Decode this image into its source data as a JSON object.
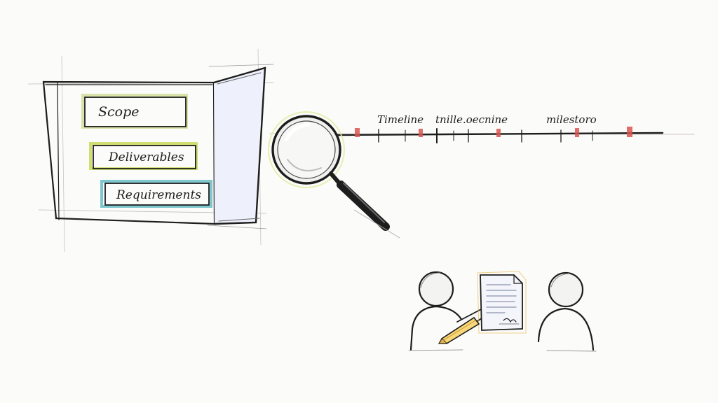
{
  "document_panel": {
    "items": [
      {
        "label": "Scope",
        "accent": "#d8e2a8"
      },
      {
        "label": "Deliverables",
        "accent": "#d3de72"
      },
      {
        "label": "Requirements",
        "accent": "#7fc7cf"
      }
    ]
  },
  "timeline": {
    "labels": [
      "Timeline",
      "tnille.oecnine",
      "milestoro"
    ],
    "marker_color": "#d9534f"
  },
  "colors": {
    "ink": "#1d1d1d",
    "pencil": "#e7b23f",
    "paper": "#f4f5fb"
  },
  "icons": {
    "magnifier": "magnifying-glass-icon",
    "person": "person-icon",
    "document": "contract-document-icon",
    "pencil": "pencil-icon"
  }
}
